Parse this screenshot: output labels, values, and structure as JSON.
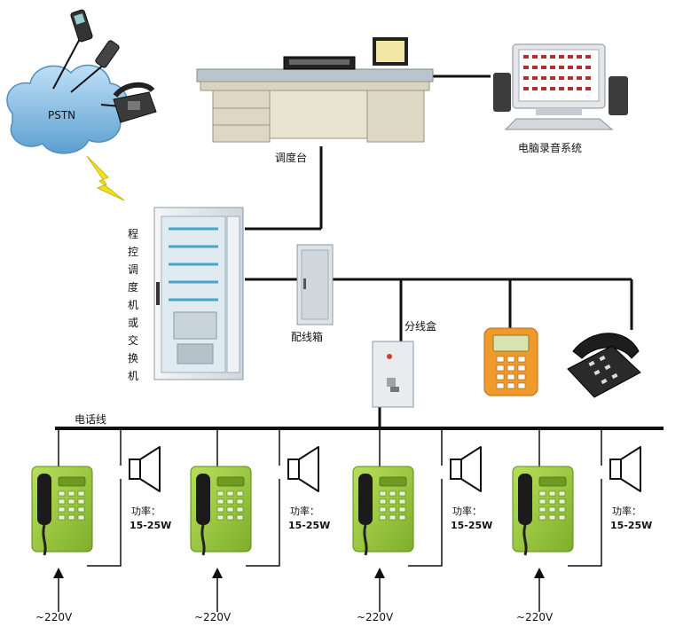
{
  "diagram": {
    "network_label": "PSTN",
    "console_label": "调度台",
    "recorder_label": "电脑录音系统",
    "switch_label_chars": [
      "程",
      "控",
      "调",
      "度",
      "机",
      "或",
      "交",
      "换",
      "机"
    ],
    "distribution_box_label": "配线箱",
    "junction_box_label": "分线盒",
    "phone_line_label": "电话线",
    "terminals": [
      {
        "power_label": "功率：",
        "power_value": "15-25W",
        "supply": "~220V"
      },
      {
        "power_label": "功率：",
        "power_value": "15-25W",
        "supply": "~220V"
      },
      {
        "power_label": "功率：",
        "power_value": "15-25W",
        "supply": "~220V"
      },
      {
        "power_label": "功率：",
        "power_value": "15-25W",
        "supply": "~220V"
      }
    ]
  },
  "colors": {
    "cloud": "#7fb8e0",
    "line": "#111111",
    "lightning": "#f2e21c",
    "terminal_green": "#9ccc3c",
    "cabinet": "#e6ecef",
    "desk": "#ddd8c4"
  }
}
